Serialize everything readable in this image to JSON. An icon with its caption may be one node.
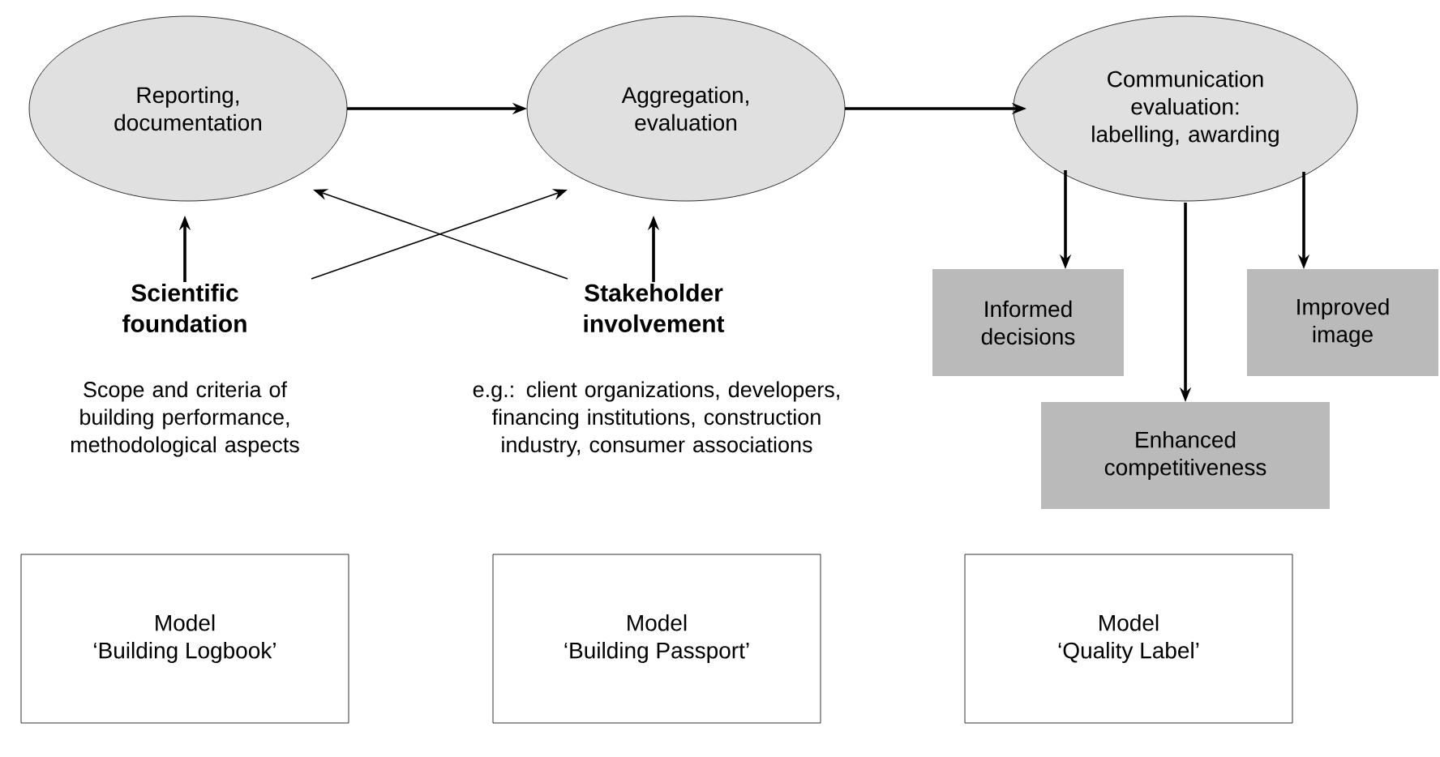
{
  "diagram": {
    "nodes": [
      {
        "text": [
          "Reporting, documentation"
        ]
      },
      {
        "text": [
          "Aggregation, evaluation"
        ]
      },
      {
        "text": [
          "Communication evaluation: labelling, awarding"
        ]
      },
      {
        "text": [
          "Scientific foundation"
        ]
      },
      {
        "text": [
          "Stakeholder involvement"
        ]
      },
      {
        "text": [
          "Informed decisions"
        ]
      },
      {
        "text": [
          "Improved image"
        ]
      },
      {
        "text": [
          "Enhanced competitiveness"
        ]
      },
      {
        "text": [
          "Model",
          "‘Building Logbook’"
        ]
      },
      {
        "text": [
          "Model",
          "‘Building Passport’"
        ]
      },
      {
        "text": [
          "Model",
          "‘Quality Label’"
        ]
      }
    ],
    "edges": [
      {
        "from": 0,
        "to": 1,
        "arrow": "to"
      },
      {
        "from": 1,
        "to": 2,
        "arrow": "to"
      },
      {
        "from": 3,
        "to": 0,
        "arrow": "to"
      },
      {
        "from": 3,
        "to": 1,
        "arrow": "to"
      },
      {
        "from": 4,
        "to": 0,
        "arrow": "to"
      },
      {
        "from": 4,
        "to": 1,
        "arrow": "to"
      },
      {
        "from": 2,
        "to": 5,
        "arrow": "to"
      },
      {
        "from": 2,
        "to": 7,
        "arrow": "to"
      },
      {
        "from": 2,
        "to": 6,
        "arrow": "to"
      }
    ],
    "labels": [
      "Scope and criteria of building performance, methodological aspects",
      "e.g.: client organizations, developers, financing institutions, construction industry, consumer associations"
    ]
  }
}
